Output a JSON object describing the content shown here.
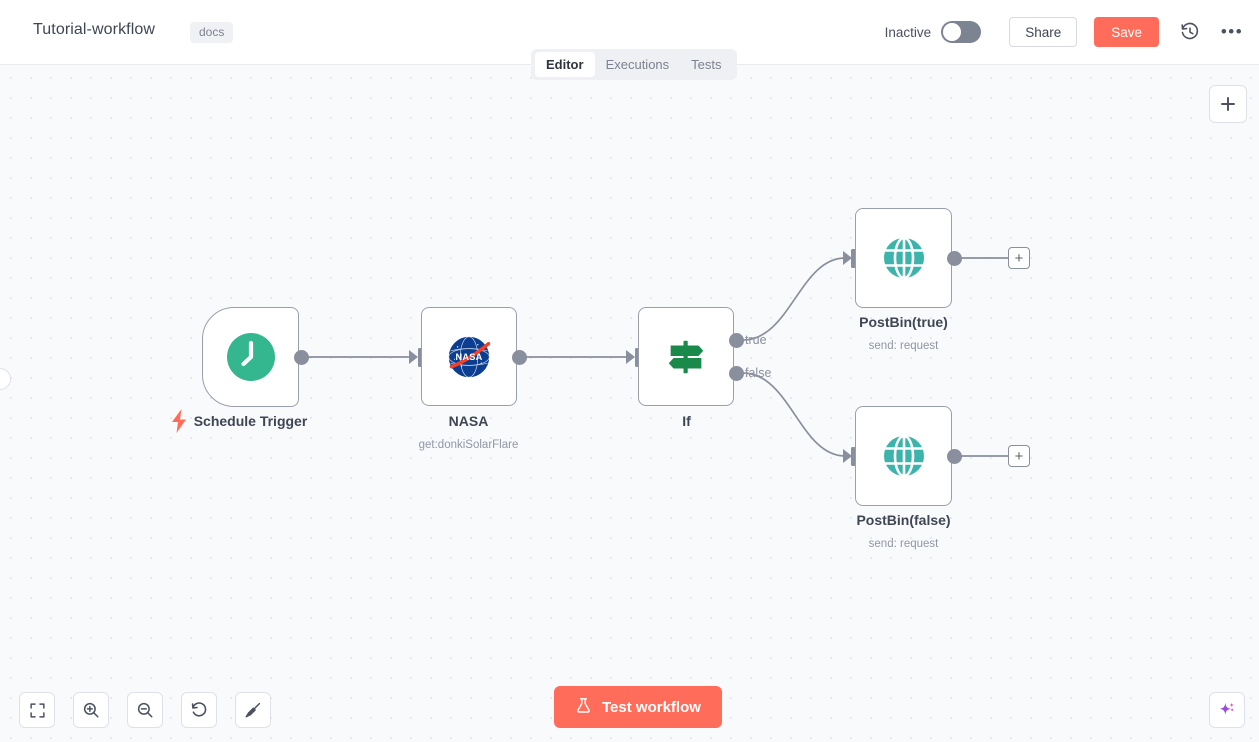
{
  "header": {
    "workflow_title": "Tutorial-workflow",
    "tag": "docs",
    "active_state_label": "Inactive",
    "share_label": "Share",
    "save_label": "Save",
    "history_icon": "history-clock-icon",
    "more_icon": "ellipsis-icon",
    "toggle_icon": "toggle-off-icon"
  },
  "tabs": [
    {
      "label": "Editor",
      "active": true
    },
    {
      "label": "Executions",
      "active": false
    },
    {
      "label": "Tests",
      "active": false
    }
  ],
  "canvas": {
    "add_node_label": "+",
    "sidebar_toggle_icon": "sidebar-collapse-icon",
    "nodes": [
      {
        "id": "schedule-trigger",
        "label": "Schedule Trigger",
        "subtitle": "",
        "icon": "clock-icon",
        "icon_color": "#34b78f",
        "type": "trigger"
      },
      {
        "id": "nasa",
        "label": "NASA",
        "subtitle": "get:donkiSolarFlare",
        "icon": "nasa-logo-icon",
        "icon_color": "#0b3d91",
        "type": "action"
      },
      {
        "id": "if",
        "label": "If",
        "subtitle": "",
        "icon": "signpost-icon",
        "icon_color": "#1a8a4b",
        "type": "branch",
        "outputs": [
          "true",
          "false"
        ]
      },
      {
        "id": "postbin-true",
        "label": "PostBin(true)",
        "subtitle": "send: request",
        "icon": "globe-icon",
        "icon_color": "#3cb4ab",
        "type": "action"
      },
      {
        "id": "postbin-false",
        "label": "PostBin(false)",
        "subtitle": "send: request",
        "icon": "globe-icon",
        "icon_color": "#3cb4ab",
        "type": "action"
      }
    ],
    "stub_label": "+"
  },
  "toolbar": {
    "zoom_to_fit": "fit-view-icon",
    "zoom_in": "zoom-in-icon",
    "zoom_out": "zoom-out-icon",
    "reset_zoom": "reset-zoom-icon",
    "tidy_up": "broom-icon",
    "test_workflow_label": "Test workflow",
    "test_workflow_icon": "flask-icon",
    "ai_assistant_icon": "sparkle-icon"
  },
  "colors": {
    "accent": "#ff6d5a",
    "canvas_bg": "#f9fafc",
    "node_border": "#9a9fae",
    "connector": "#8a8f9d"
  }
}
